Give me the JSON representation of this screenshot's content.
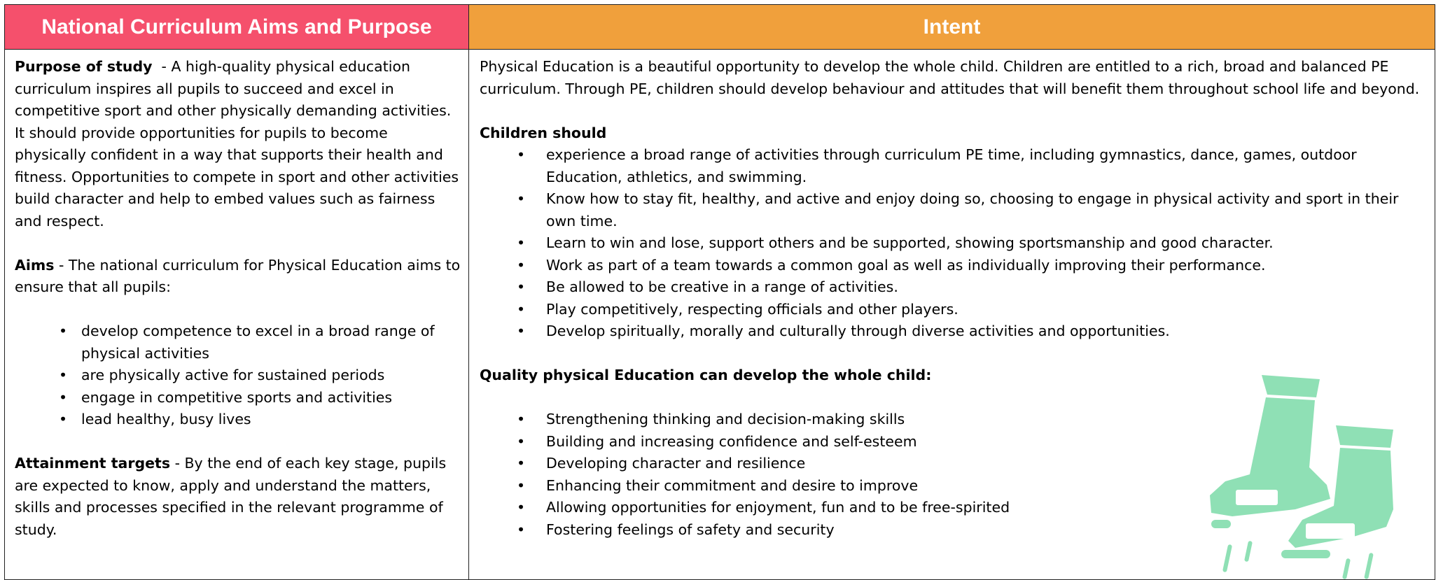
{
  "colors": {
    "left_header": "#f5506c",
    "right_header": "#f0a03c",
    "shoe": "#8fe0b5"
  },
  "left": {
    "header": "National Curriculum Aims and Purpose",
    "purpose_label": "Purpose of study",
    "purpose_text": "  - A high-quality physical education curriculum inspires all pupils to succeed and excel in competitive sport and other physically demanding activities. It should provide opportunities for pupils to become physically confident in a way that supports their health and fitness. Opportunities to compete in sport and other activities build character and help to embed values such as fairness and respect.",
    "aims_label": "Aims",
    "aims_text": " - The national curriculum for Physical Education aims to ensure that all pupils:",
    "aims_items": [
      "develop competence to excel in a broad range of physical activities",
      "are physically active for sustained periods",
      "engage in competitive sports and activities",
      "lead healthy, busy lives"
    ],
    "targets_label": "Attainment targets",
    "targets_text": " - By the end of each key stage, pupils are expected to know, apply and understand the matters, skills and processes specified in the relevant programme of study."
  },
  "right": {
    "header": "Intent",
    "intro": "Physical Education is a beautiful opportunity to develop the whole child.  Children are entitled to a rich, broad and balanced PE curriculum.  Through PE, children should develop behaviour and attitudes that will benefit them throughout school life and beyond.",
    "children_label": "Children should",
    "children_items": [
      "experience a broad range of activities through curriculum PE time, including gymnastics, dance, games, outdoor Education, athletics, and swimming.",
      "Know how to stay fit, healthy, and active and enjoy doing so, choosing to engage in physical activity and sport in their own time.",
      "Learn to win and lose, support others and be supported, showing sportsmanship and good character.",
      "Work as part of a team towards a common goal as well as individually improving their performance.",
      "Be allowed to be creative in a range of activities.",
      "Play competitively, respecting officials and other players.",
      "Develop spiritually, morally and culturally through diverse activities and opportunities."
    ],
    "quality_label": "Quality physical Education can develop the whole child:",
    "quality_items": [
      "Strengthening thinking and decision-making skills",
      "Building and increasing confidence and self-esteem",
      "Developing character and resilience",
      "Enhancing their commitment and desire to improve",
      "Allowing opportunities for enjoyment, fun and to be free-spirited",
      "Fostering feelings of safety and security"
    ]
  }
}
